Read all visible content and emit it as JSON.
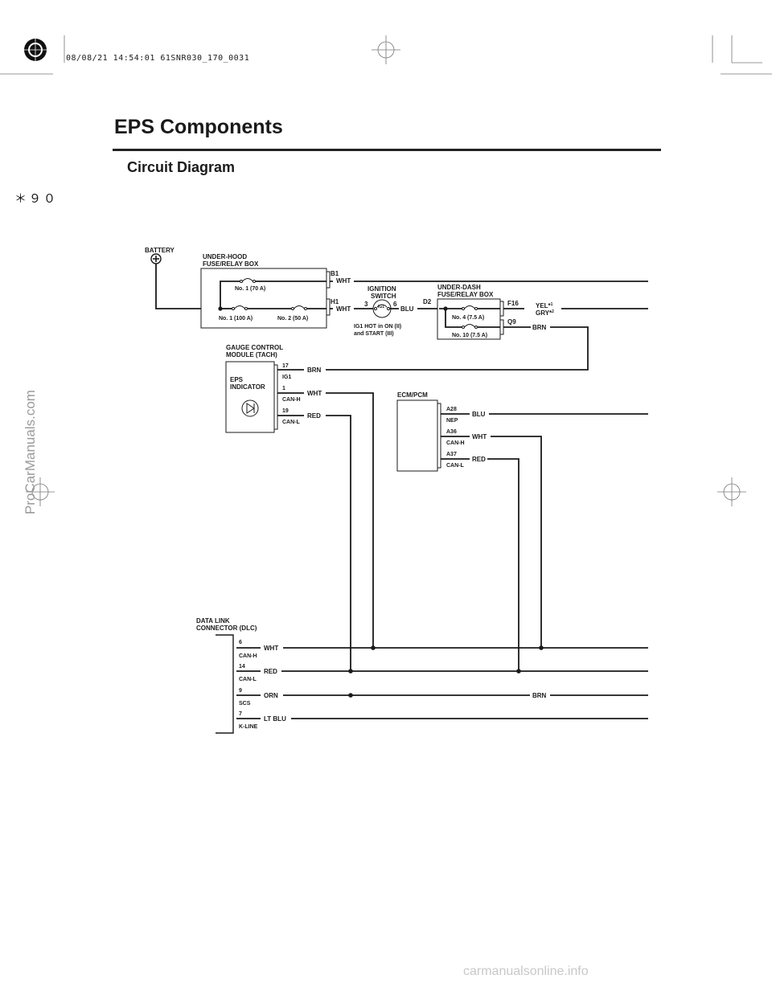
{
  "header": {
    "timestamp": "08/08/21 14:54:01 61SNR030_170_0031",
    "page_title": "EPS Components",
    "section_title": "Circuit Diagram",
    "marker": "＊９０",
    "watermark_side": "ProCarManuals.com",
    "watermark_bottom": "carmanualsonline.info"
  },
  "diagram": {
    "battery": "BATTERY",
    "underhood": {
      "line1": "UNDER-HOOD",
      "line2": "FUSE/RELAY BOX",
      "fuse_70": "No. 1 (70 A)",
      "fuse_100": "No. 1 (100 A)",
      "fuse_50": "No. 2 (50 A)",
      "b1": "B1",
      "h1": "H1",
      "wht1": "WHT",
      "wht2": "WHT"
    },
    "ignition": {
      "line1": "IGNITION",
      "line2": "SWITCH",
      "ig1": "IG1",
      "pin3": "3",
      "pin6": "6",
      "blu": "BLU",
      "note1": "IG1 HOT in ON (II)",
      "note2": "and START (III)"
    },
    "underdash": {
      "line1": "UNDER-DASH",
      "line2": "FUSE/RELAY BOX",
      "d2": "D2",
      "f16": "F16",
      "q9": "Q9",
      "fuse_4": "No. 4 (7.5 A)",
      "fuse_10": "No. 10 (7.5 A)",
      "yel": "YEL*",
      "yel_sup": "1",
      "gry": "GRY*",
      "gry_sup": "2",
      "brn": "BRN"
    },
    "gauge": {
      "line1": "GAUGE CONTROL",
      "line2": "MODULE (TACH)",
      "eps1": "EPS",
      "eps2": "INDICATOR",
      "p17": "17",
      "ig1": "IG1",
      "p1": "1",
      "canh": "CAN-H",
      "p19": "19",
      "canl": "CAN-L",
      "brn": "BRN",
      "wht": "WHT",
      "red": "RED"
    },
    "ecm": {
      "label": "ECM/PCM",
      "a28": "A28",
      "nep": "NEP",
      "a36": "A36",
      "canh": "CAN-H",
      "a37": "A37",
      "canl": "CAN-L",
      "blu": "BLU",
      "wht": "WHT",
      "red": "RED"
    },
    "dlc": {
      "line1": "DATA LINK",
      "line2": "CONNECTOR (DLC)",
      "p6": "6",
      "canh": "CAN-H",
      "p14": "14",
      "canl": "CAN-L",
      "p9": "9",
      "scs": "SCS",
      "p7": "7",
      "kline": "K-LINE",
      "wht": "WHT",
      "red": "RED",
      "orn": "ORN",
      "brn": "BRN",
      "ltblu": "LT BLU"
    }
  }
}
